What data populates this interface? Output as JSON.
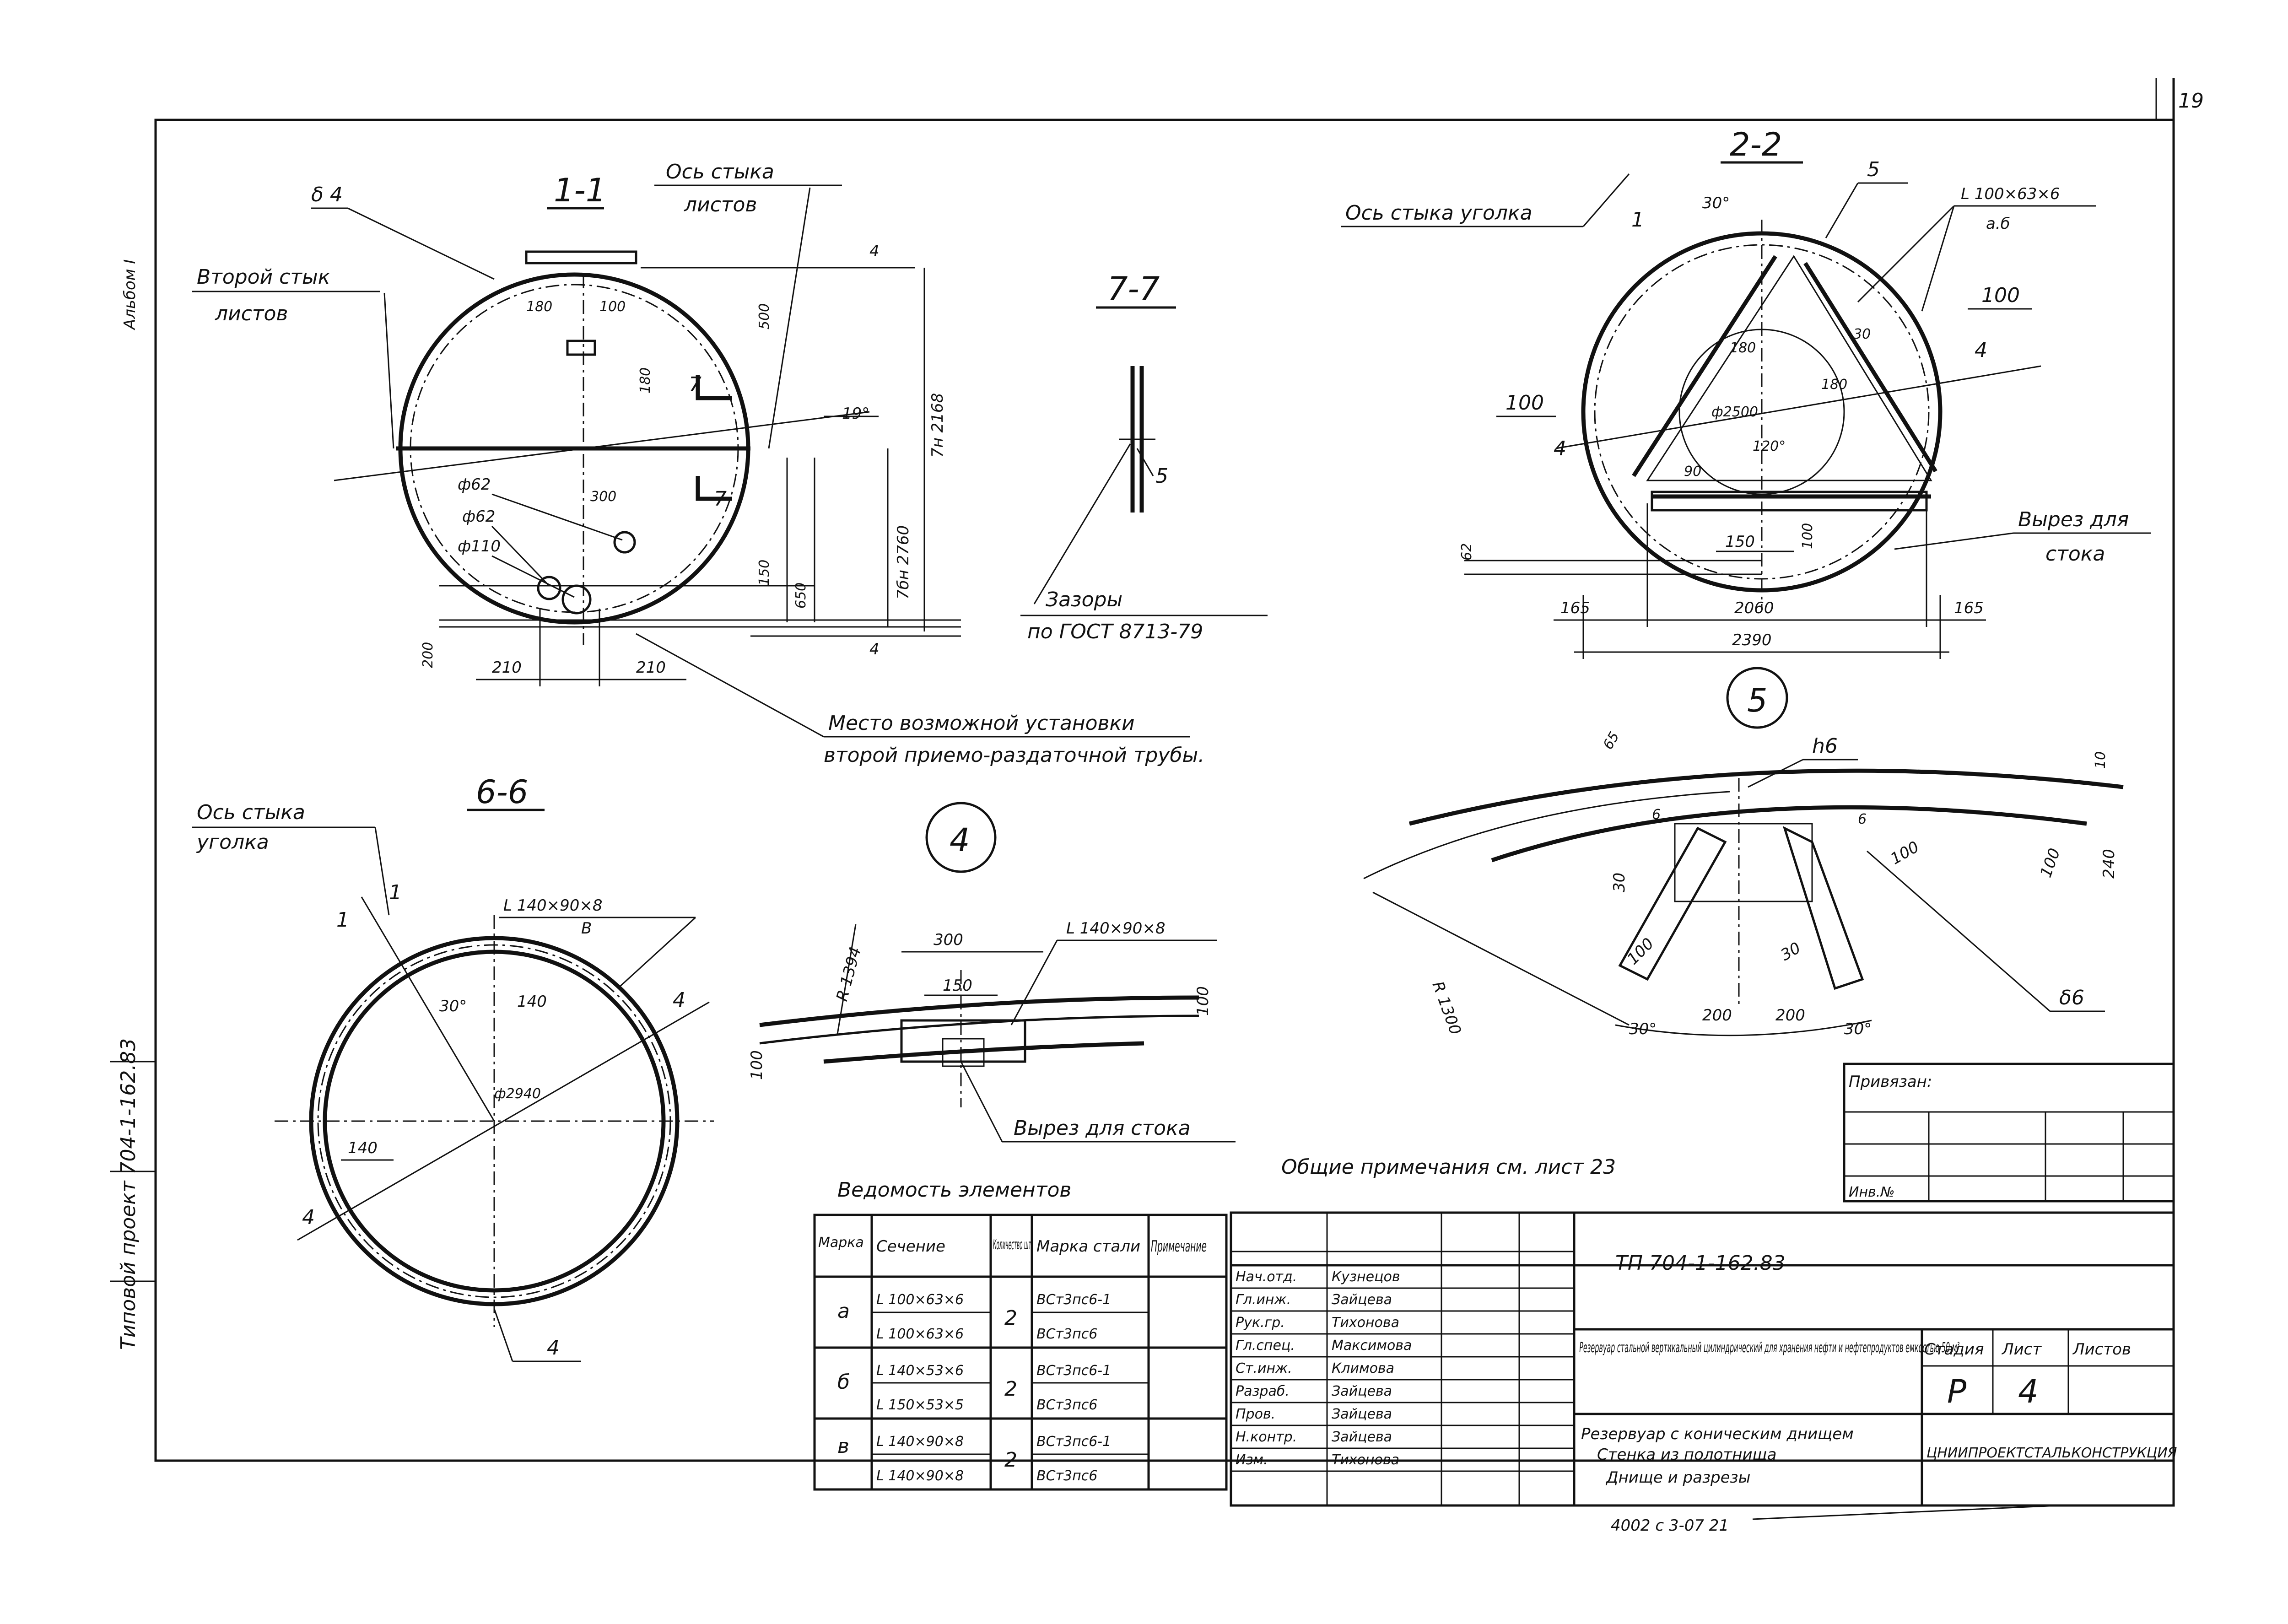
{
  "sheet": {
    "number": "19",
    "side_stamp": "Типовой проект 704-1-162.83",
    "side_note": "Альбом I"
  },
  "views": {
    "s11": {
      "title": "1-1",
      "lbl_axis_top": "Ось стыка",
      "lbl_axis_bottom": "листов",
      "lbl_second_top": "Второй стык",
      "lbl_second_bottom": "листов",
      "mark_sheet": "δ 4",
      "dims": {
        "d180a": "180",
        "d100": "100",
        "d500": "500",
        "d180b": "180",
        "a19": "19°",
        "phi62a": "ф62",
        "phi62b": "ф62",
        "phi110": "ф110",
        "d300": "300",
        "d150": "150",
        "d650": "650",
        "d4a": "4",
        "d4b": "4",
        "d200": "200",
        "d210a": "210",
        "d210b": "210",
        "h2168": "7н 2168",
        "h2760": "7бн 2760"
      },
      "cut_mark": "7"
    },
    "s77": {
      "title": "7-7",
      "mark": "5",
      "note1": "Зазоры",
      "note2": "по ГОСТ 8713-79"
    },
    "s22": {
      "title": "2-2",
      "lbl_axis": "Ось стыка уголка",
      "dims": {
        "a30": "30°",
        "m5": "5",
        "m1": "1",
        "prof": "L 100×63×6",
        "prof2": "а.б",
        "d100r": "100",
        "m4r": "4",
        "d100l": "100",
        "m4l": "4",
        "d180": "180",
        "d30": "30",
        "d180b": "180",
        "d2500": "ф2500",
        "a120": "120°",
        "d90": "90",
        "d150": "150",
        "d100b": "100",
        "d62": "62",
        "d165a": "165",
        "d2060": "2060",
        "d165b": "165",
        "d2390": "2390"
      },
      "cutout_1": "Вырез для",
      "cutout_2": "стока"
    },
    "note_place_1": "Место возможной установки",
    "note_place_2": "второй приемо-раздаточной трубы.",
    "node4": {
      "label": "4",
      "prof": "L 140×90×8",
      "d300": "300",
      "d150": "150",
      "d100a": "100",
      "d100b": "100",
      "r": "R 1394",
      "cutout": "Вырез для стока"
    },
    "node5": {
      "label": "5",
      "d65": "65",
      "h6": "h6",
      "d10": "10",
      "d6a": "6",
      "d6b": "6",
      "d100a": "100",
      "d100b": "100",
      "d240": "240",
      "d30a": "30",
      "d100c": "100",
      "d30b": "30",
      "d200a": "200",
      "d200b": "200",
      "a30a": "30°",
      "a30b": "30°",
      "d6c": "δ6",
      "r1300": "R 1300"
    },
    "s66": {
      "title": "6-6",
      "lbl_axis_top": "Ось стыка",
      "lbl_axis_bottom": "уголка",
      "prof": "L 140×90×8",
      "prof2": "В",
      "m1a": "1",
      "m1b": "1",
      "a30": "30°",
      "d140a": "140",
      "d140b": "140",
      "d2940": "ф2940",
      "m4a": "4",
      "m4b": "4",
      "m4c": "4"
    }
  },
  "general_notes": "Общие примечания  см. лист 23",
  "elements_table": {
    "title": "Ведомость элементов",
    "headers": [
      "Марка",
      "Сечение",
      "Количество шт.",
      "Марка стали",
      "Примечание"
    ],
    "rows": [
      {
        "mark": "а",
        "sections": [
          "L 100×63×6",
          "L 100×63×6"
        ],
        "qty": "2",
        "steels": [
          "ВСт3пс6-1",
          "ВСт3пс6"
        ]
      },
      {
        "mark": "б",
        "sections": [
          "L 140×53×6",
          "L 150×53×5"
        ],
        "qty": "2",
        "steels": [
          "ВСт3пс6-1",
          "ВСт3пс6"
        ]
      },
      {
        "mark": "в",
        "sections": [
          "L 140×90×8",
          "L 140×90×8"
        ],
        "qty": "2",
        "steels": [
          "ВСт3пс6-1",
          "ВСт3пс6"
        ]
      }
    ]
  },
  "title_block": {
    "code": "ТП 704-1-162.83",
    "signatures": [
      "Кузнецов",
      "Зайцева",
      "Тихонова",
      "Максимова",
      "Климова",
      "Зайцева",
      "Зайцева",
      "Зайцева",
      "Тихонова"
    ],
    "roles": [
      "Нач.отд.",
      "Гл.инж.",
      "Рук.гр.",
      "Гл.спец.",
      "Ст.инж.",
      "Разраб.",
      "Пров.",
      "Н.контр.",
      "Изм."
    ],
    "project_desc": "Резервуар стальной вертикальный цилиндрический для хранения нефти и нефтепродуктов емкостью 50 м³",
    "drawing_title_1": "Резервуар с коническим днищем",
    "drawing_title_2": "Стенка из полотнища",
    "drawing_title_3": "Днище и разрезы",
    "stage_label": "Стадия",
    "sheet_label": "Лист",
    "sheets_label": "Листов",
    "stage": "Р",
    "sheet": "4",
    "org": "ЦНИИПРОЕКТСТАЛЬКОНСТРУКЦИЯ",
    "bottom_code": "4002 с 3-07 21"
  },
  "attached": {
    "label": "Привязан:",
    "inv": "Инв.№"
  }
}
